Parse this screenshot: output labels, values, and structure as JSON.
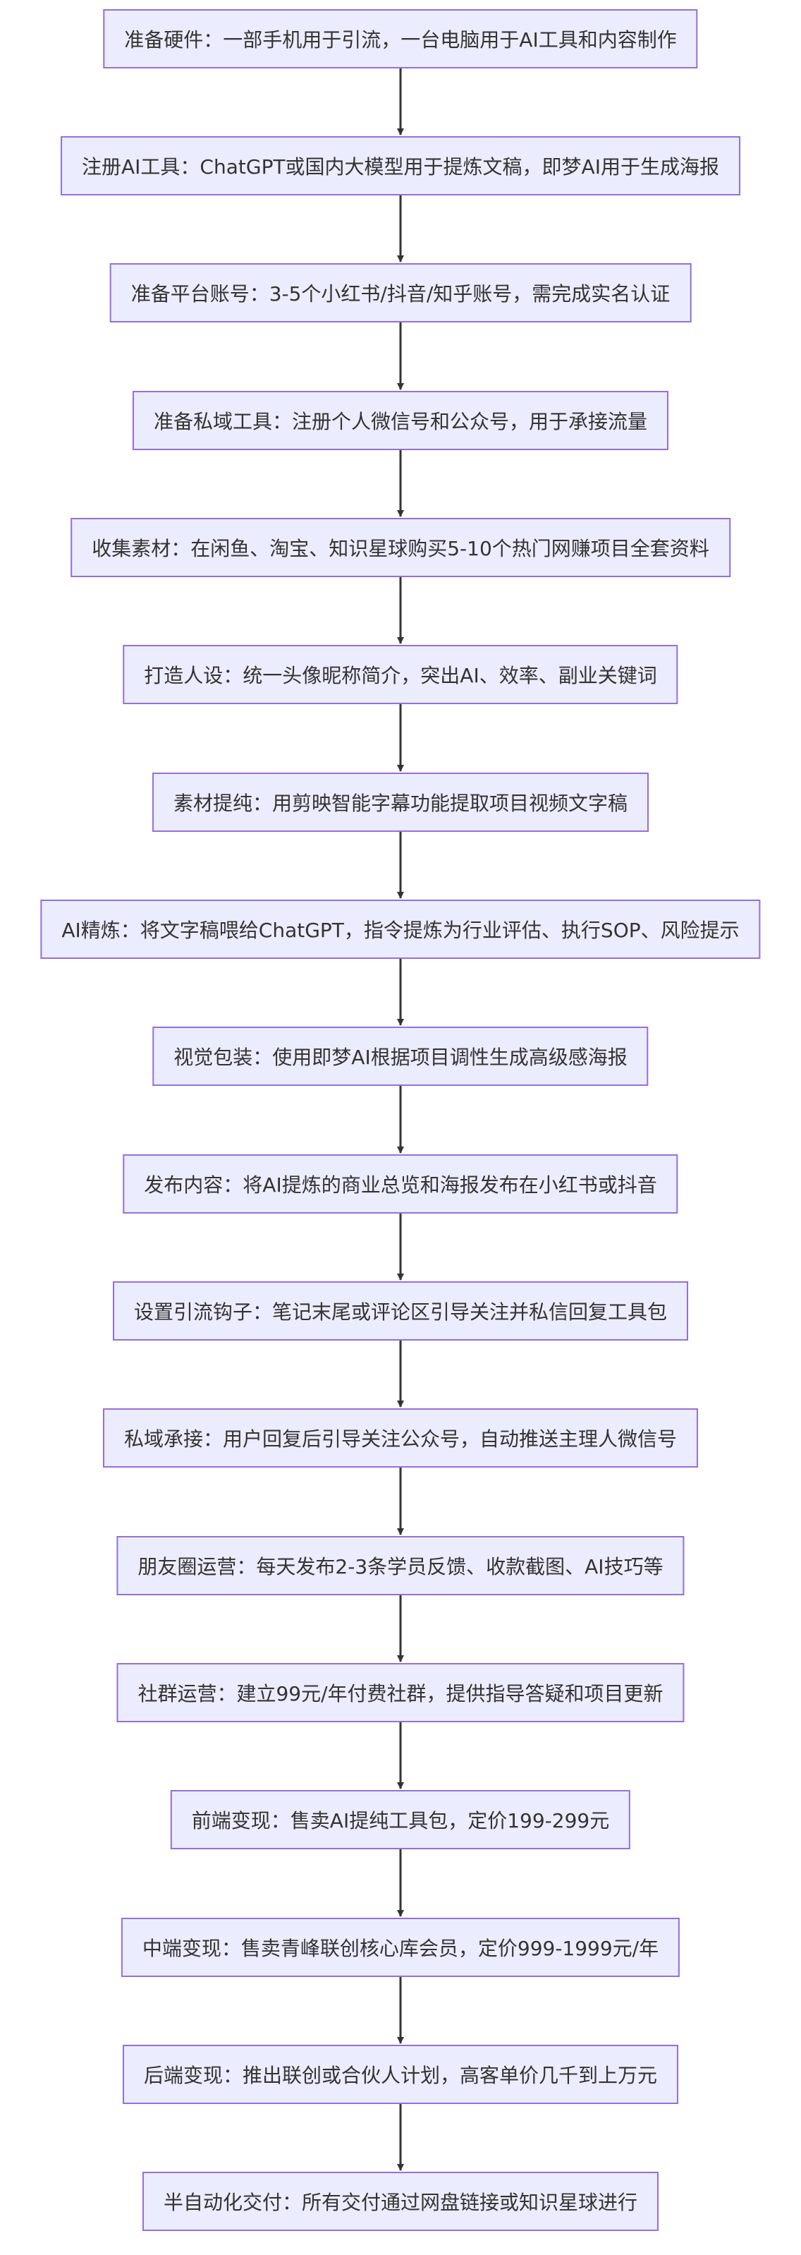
{
  "theme": {
    "node_fill": "#ECECFF",
    "node_border": "#9370DB",
    "arrow": "#333333",
    "text": "#333333"
  },
  "flow": {
    "steps": [
      "准备硬件：一部手机用于引流，一台电脑用于AI工具和内容制作",
      "注册AI工具：ChatGPT或国内大模型用于提炼文稿，即梦AI用于生成海报",
      "准备平台账号：3-5个小红书/抖音/知乎账号，需完成实名认证",
      "准备私域工具：注册个人微信号和公众号，用于承接流量",
      "收集素材：在闲鱼、淘宝、知识星球购买5-10个热门网赚项目全套资料",
      "打造人设：统一头像昵称简介，突出AI、效率、副业关键词",
      "素材提纯：用剪映智能字幕功能提取项目视频文字稿",
      "AI精炼：将文字稿喂给ChatGPT，指令提炼为行业评估、执行SOP、风险提示",
      "视觉包装：使用即梦AI根据项目调性生成高级感海报",
      "发布内容：将AI提炼的商业总览和海报发布在小红书或抖音",
      "设置引流钩子：笔记末尾或评论区引导关注并私信回复工具包",
      "私域承接：用户回复后引导关注公众号，自动推送主理人微信号",
      "朋友圈运营：每天发布2-3条学员反馈、收款截图、AI技巧等",
      "社群运营：建立99元/年付费社群，提供指导答疑和项目更新",
      "前端变现：售卖AI提纯工具包，定价199-299元",
      "中端变现：售卖青峰联创核心库会员，定价999-1999元/年",
      "后端变现：推出联创或合伙人计划，高客单价几千到上万元",
      "半自动化交付：所有交付通过网盘链接或知识星球进行"
    ]
  }
}
